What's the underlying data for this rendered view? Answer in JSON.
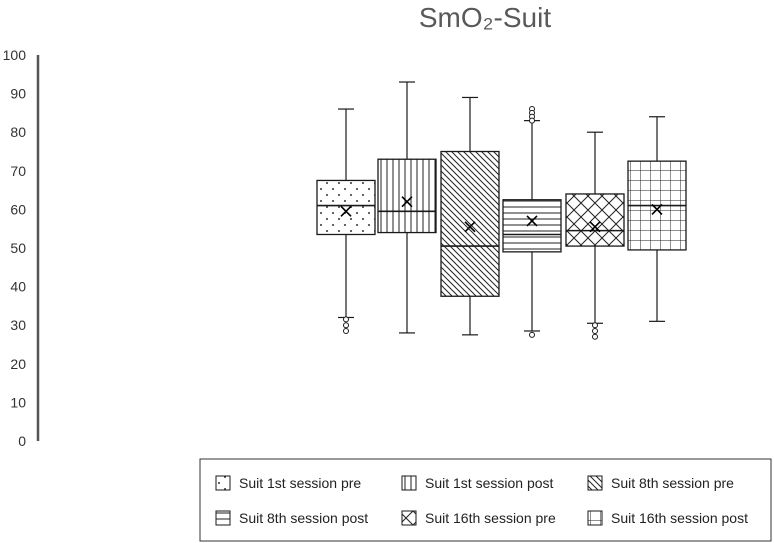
{
  "chart_data": {
    "type": "box",
    "title": "SmO₂-Suit",
    "xlabel": "",
    "ylabel": "",
    "ylim": [
      0,
      100
    ],
    "yticks": [
      0,
      10,
      20,
      30,
      40,
      50,
      60,
      70,
      80,
      90,
      100
    ],
    "legend_position": "bottom-right",
    "series": [
      {
        "name": "Suit 1st session pre",
        "pattern": "dots",
        "whisker_low": 32,
        "q1": 53.5,
        "median": 61,
        "q3": 67.5,
        "whisker_high": 86,
        "mean": 59.5,
        "outliers": [
          31.5,
          30,
          28.5
        ]
      },
      {
        "name": "Suit 1st session post",
        "pattern": "vertical",
        "whisker_low": 28,
        "q1": 54,
        "median": 59.5,
        "q3": 73,
        "whisker_high": 93,
        "mean": 62,
        "outliers": []
      },
      {
        "name": "Suit 8th session pre",
        "pattern": "diagonal",
        "whisker_low": 27.5,
        "q1": 37.5,
        "median": 50.5,
        "q3": 75,
        "whisker_high": 89,
        "mean": 55.5,
        "outliers": []
      },
      {
        "name": "Suit 8th session post",
        "pattern": "horizontal",
        "whisker_low": 28.5,
        "q1": 49,
        "median": 53.5,
        "q3": 62.5,
        "whisker_high": 83,
        "mean": 57,
        "outliers": [
          86,
          85,
          84,
          83,
          27.5
        ]
      },
      {
        "name": "Suit 16th session pre",
        "pattern": "diamond",
        "whisker_low": 30.5,
        "q1": 50.5,
        "median": 54.5,
        "q3": 64,
        "whisker_high": 80,
        "mean": 55.5,
        "outliers": [
          30,
          28.5,
          27
        ]
      },
      {
        "name": "Suit 16th session post",
        "pattern": "grid",
        "whisker_low": 31,
        "q1": 49.5,
        "median": 61,
        "q3": 72.5,
        "whisker_high": 84,
        "mean": 60,
        "outliers": []
      }
    ]
  }
}
